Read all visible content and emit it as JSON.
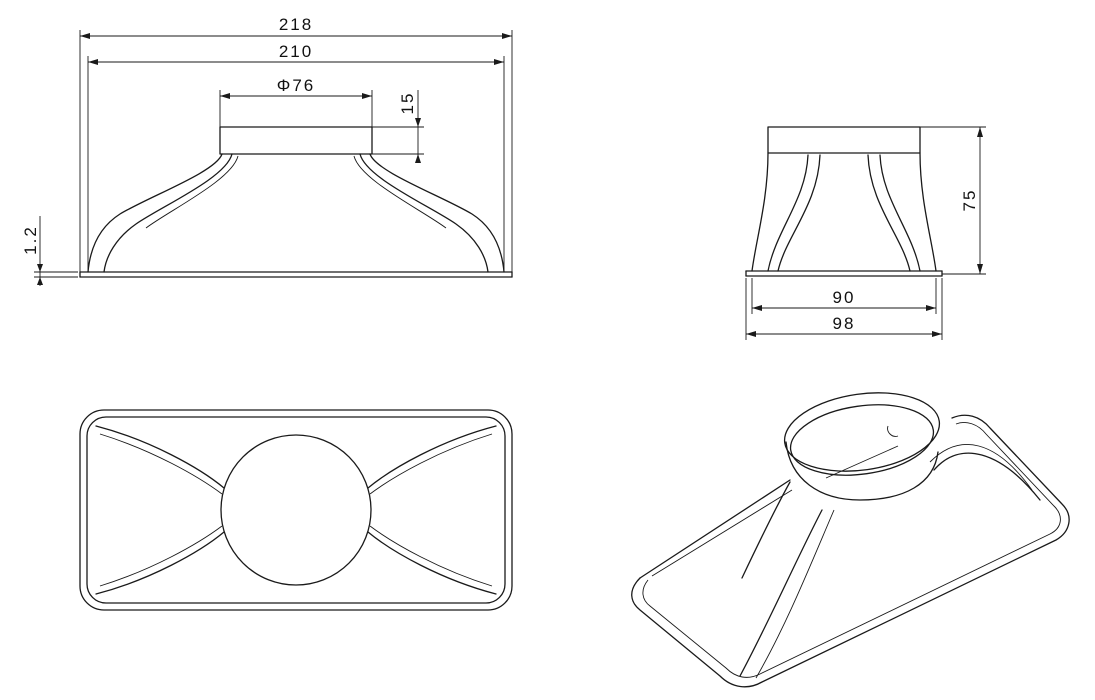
{
  "front_view": {
    "dims": {
      "overall_width": "218",
      "inner_width": "210",
      "collar_diameter": "Φ76",
      "collar_height": "15",
      "wall_thickness": "1.2"
    }
  },
  "side_view": {
    "dims": {
      "height": "75",
      "inner_depth": "90",
      "outer_depth": "98"
    }
  }
}
